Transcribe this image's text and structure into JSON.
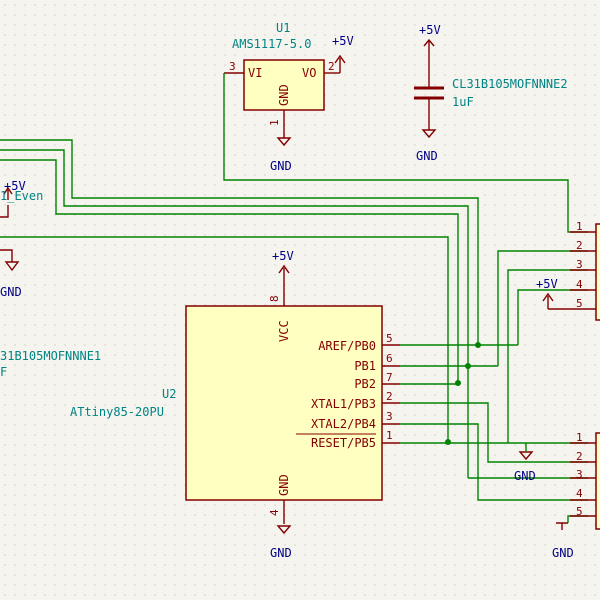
{
  "u1": {
    "ref": "U1",
    "value": "AMS1117-5.0",
    "pin_vi": "VI",
    "pin_vo": "VO",
    "pin_gnd": "GND",
    "pin3": "3",
    "pin2": "2",
    "pin1": "1"
  },
  "cap_right": {
    "value": "CL31B105MOFNNNE2",
    "uf": "1uF"
  },
  "u2": {
    "ref": "U2",
    "value": "ATtiny85-20PU",
    "vcc": "VCC",
    "gnd": "GND",
    "pins": [
      {
        "label": "AREF/PB0",
        "num": "5"
      },
      {
        "label": "PB1",
        "num": "6"
      },
      {
        "label": "PB2",
        "num": "7"
      },
      {
        "label": "XTAL1/PB3",
        "num": "2"
      },
      {
        "label": "XTAL2/PB4",
        "num": "3"
      },
      {
        "label": "RESET/PB5",
        "num": "1"
      }
    ],
    "vcc_num": "8",
    "gnd_num": "4"
  },
  "left": {
    "even": "1_Even",
    "plus5": "+5V",
    "cap": "31B105MOFNNNE1",
    "cap_f": "F",
    "gnd": "GND"
  },
  "power": {
    "p5v": "+5V",
    "gnd": "GND"
  },
  "conn1": {
    "pins": [
      "1",
      "2",
      "3",
      "4",
      "5"
    ]
  },
  "conn2": {
    "pins": [
      "1",
      "2",
      "3",
      "4",
      "5"
    ]
  }
}
